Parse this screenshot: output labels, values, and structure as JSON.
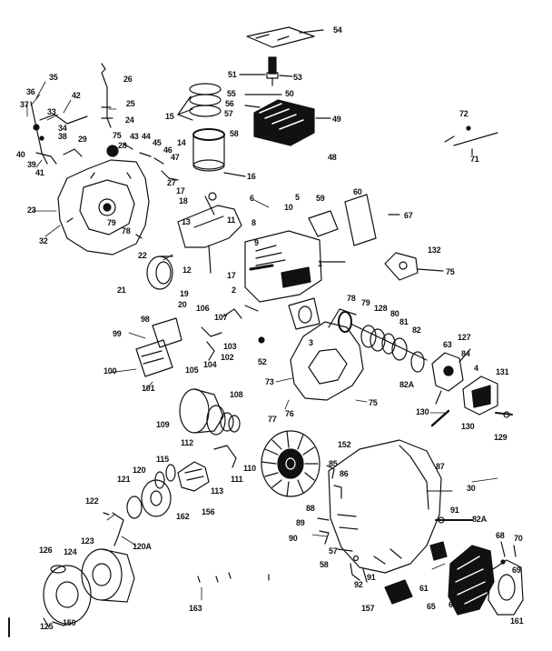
{
  "diagram": {
    "colors": {
      "ink": "#111111",
      "paper": "#ffffff"
    },
    "callouts": [
      {
        "id": "c54",
        "label": "54"
      },
      {
        "id": "c51",
        "label": "51"
      },
      {
        "id": "c53",
        "label": "53"
      },
      {
        "id": "c35",
        "label": "35"
      },
      {
        "id": "c26",
        "label": "26"
      },
      {
        "id": "c36",
        "label": "36"
      },
      {
        "id": "c55",
        "label": "55"
      },
      {
        "id": "c50",
        "label": "50"
      },
      {
        "id": "c42",
        "label": "42"
      },
      {
        "id": "c37",
        "label": "37"
      },
      {
        "id": "c25",
        "label": "25"
      },
      {
        "id": "c56",
        "label": "56"
      },
      {
        "id": "c33",
        "label": "33"
      },
      {
        "id": "c57",
        "label": "57"
      },
      {
        "id": "c49",
        "label": "49"
      },
      {
        "id": "c24",
        "label": "24"
      },
      {
        "id": "c15",
        "label": "15"
      },
      {
        "id": "c72",
        "label": "72"
      },
      {
        "id": "c34",
        "label": "34"
      },
      {
        "id": "c38",
        "label": "38"
      },
      {
        "id": "c58",
        "label": "58"
      },
      {
        "id": "c75a",
        "label": "75"
      },
      {
        "id": "c43",
        "label": "43"
      },
      {
        "id": "c44",
        "label": "44"
      },
      {
        "id": "c29",
        "label": "29"
      },
      {
        "id": "c28",
        "label": "28"
      },
      {
        "id": "c45",
        "label": "45"
      },
      {
        "id": "c14",
        "label": "14"
      },
      {
        "id": "c71",
        "label": "71"
      },
      {
        "id": "c40",
        "label": "40"
      },
      {
        "id": "c46",
        "label": "46"
      },
      {
        "id": "c47",
        "label": "47"
      },
      {
        "id": "c48",
        "label": "48"
      },
      {
        "id": "c39",
        "label": "39"
      },
      {
        "id": "c41",
        "label": "41"
      },
      {
        "id": "c16",
        "label": "16"
      },
      {
        "id": "c27",
        "label": "27"
      },
      {
        "id": "c17",
        "label": "17"
      },
      {
        "id": "c6",
        "label": "6"
      },
      {
        "id": "c5",
        "label": "5"
      },
      {
        "id": "c59",
        "label": "59"
      },
      {
        "id": "c60",
        "label": "60"
      },
      {
        "id": "c18",
        "label": "18"
      },
      {
        "id": "c10",
        "label": "10"
      },
      {
        "id": "c23",
        "label": "23"
      },
      {
        "id": "c67",
        "label": "67"
      },
      {
        "id": "c79a",
        "label": "79"
      },
      {
        "id": "c78a",
        "label": "78"
      },
      {
        "id": "c13",
        "label": "13"
      },
      {
        "id": "c11",
        "label": "11"
      },
      {
        "id": "c8",
        "label": "8"
      },
      {
        "id": "c32",
        "label": "32"
      },
      {
        "id": "c9",
        "label": "9"
      },
      {
        "id": "c132",
        "label": "132"
      },
      {
        "id": "c22",
        "label": "22"
      },
      {
        "id": "c1",
        "label": "1"
      },
      {
        "id": "c12",
        "label": "12"
      },
      {
        "id": "c17b",
        "label": "17"
      },
      {
        "id": "c75b",
        "label": "75"
      },
      {
        "id": "c21",
        "label": "21"
      },
      {
        "id": "c19",
        "label": "19"
      },
      {
        "id": "c2",
        "label": "2"
      },
      {
        "id": "c20",
        "label": "20"
      },
      {
        "id": "c78b",
        "label": "78"
      },
      {
        "id": "c79b",
        "label": "79"
      },
      {
        "id": "c128",
        "label": "128"
      },
      {
        "id": "c106",
        "label": "106"
      },
      {
        "id": "c80",
        "label": "80"
      },
      {
        "id": "c98",
        "label": "98"
      },
      {
        "id": "c107",
        "label": "107"
      },
      {
        "id": "c81",
        "label": "81"
      },
      {
        "id": "c82",
        "label": "82"
      },
      {
        "id": "c99",
        "label": "99"
      },
      {
        "id": "c3",
        "label": "3"
      },
      {
        "id": "c103",
        "label": "103"
      },
      {
        "id": "c127",
        "label": "127"
      },
      {
        "id": "c63",
        "label": "63"
      },
      {
        "id": "c84",
        "label": "84"
      },
      {
        "id": "c102",
        "label": "102"
      },
      {
        "id": "c104",
        "label": "104"
      },
      {
        "id": "c105",
        "label": "105"
      },
      {
        "id": "c52",
        "label": "52"
      },
      {
        "id": "c4",
        "label": "4"
      },
      {
        "id": "c131",
        "label": "131"
      },
      {
        "id": "c100",
        "label": "100"
      },
      {
        "id": "c82A",
        "label": "82A"
      },
      {
        "id": "c101",
        "label": "101"
      },
      {
        "id": "c73",
        "label": "73"
      },
      {
        "id": "c108",
        "label": "108"
      },
      {
        "id": "c109",
        "label": "109"
      },
      {
        "id": "c77",
        "label": "77"
      },
      {
        "id": "c76",
        "label": "76"
      },
      {
        "id": "c75c",
        "label": "75"
      },
      {
        "id": "c130",
        "label": "130"
      },
      {
        "id": "c130b",
        "label": "130"
      },
      {
        "id": "c129",
        "label": "129"
      },
      {
        "id": "c112",
        "label": "112"
      },
      {
        "id": "c152",
        "label": "152"
      },
      {
        "id": "c111",
        "label": "111"
      },
      {
        "id": "c110",
        "label": "110"
      },
      {
        "id": "c115",
        "label": "115"
      },
      {
        "id": "c85",
        "label": "85"
      },
      {
        "id": "c87",
        "label": "87"
      },
      {
        "id": "c86",
        "label": "86"
      },
      {
        "id": "c120",
        "label": "120"
      },
      {
        "id": "c121",
        "label": "121"
      },
      {
        "id": "c113",
        "label": "113"
      },
      {
        "id": "c30",
        "label": "30"
      },
      {
        "id": "c162",
        "label": "162"
      },
      {
        "id": "c156",
        "label": "156"
      },
      {
        "id": "c122",
        "label": "122"
      },
      {
        "id": "c88",
        "label": "88"
      },
      {
        "id": "c91a",
        "label": "91"
      },
      {
        "id": "c89",
        "label": "89"
      },
      {
        "id": "c82Ab",
        "label": "82A"
      },
      {
        "id": "c90",
        "label": "90"
      },
      {
        "id": "c123",
        "label": "123"
      },
      {
        "id": "c120A",
        "label": "120A"
      },
      {
        "id": "c68",
        "label": "68"
      },
      {
        "id": "c70",
        "label": "70"
      },
      {
        "id": "c126",
        "label": "126"
      },
      {
        "id": "c124",
        "label": "124"
      },
      {
        "id": "c57b",
        "label": "57"
      },
      {
        "id": "c58b",
        "label": "58"
      },
      {
        "id": "c69",
        "label": "69"
      },
      {
        "id": "c92",
        "label": "92"
      },
      {
        "id": "c91b",
        "label": "91"
      },
      {
        "id": "c61",
        "label": "61"
      },
      {
        "id": "c163",
        "label": "163"
      },
      {
        "id": "c65",
        "label": "65"
      },
      {
        "id": "c64",
        "label": "64"
      },
      {
        "id": "c157",
        "label": "157"
      },
      {
        "id": "c125",
        "label": "125"
      },
      {
        "id": "c150",
        "label": "150"
      },
      {
        "id": "c161",
        "label": "161"
      }
    ]
  }
}
